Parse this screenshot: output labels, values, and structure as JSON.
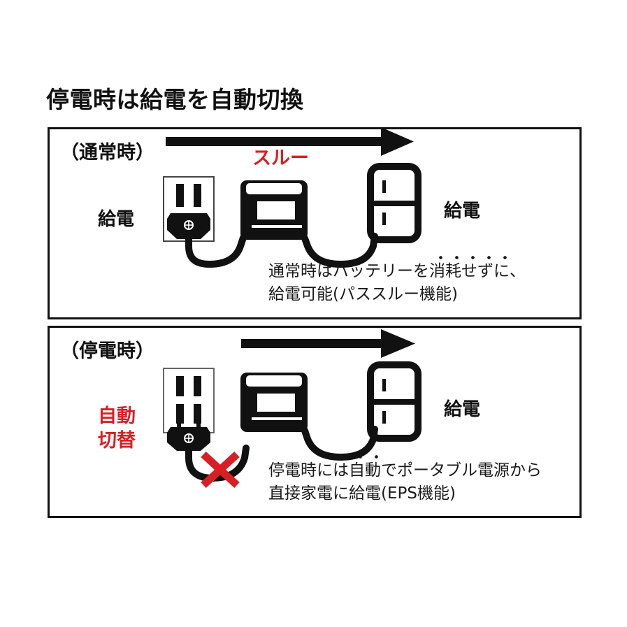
{
  "title": "停電時は給電を自動切換",
  "colors": {
    "ink": "#111111",
    "accent_red": "#d81f26",
    "background": "#ffffff"
  },
  "panels": [
    {
      "id": "normal",
      "label": "（通常時）",
      "flow_note": "スルー",
      "source_label": "給電",
      "target_label": "給電",
      "caption_line1_pre": "通常時はバッテリーを",
      "caption_line1_emph": "消耗せずに",
      "caption_line1_post": "、",
      "caption_line2": "給電可能(パススルー機能)",
      "icons": {
        "outlet": "wall-outlet-icon",
        "plug": "power-plug-icon",
        "power_station": "portable-power-station-icon",
        "appliance": "refrigerator-icon",
        "flow_arrow": "right-arrow-icon"
      }
    },
    {
      "id": "outage",
      "label": "（停電時）",
      "switch_note_line1": "自動",
      "switch_note_line2": "切替",
      "target_label": "給電",
      "disconnect_mark": "×",
      "caption_line1_pre": "停電時には",
      "caption_line1_emph": "自動",
      "caption_line1_post": "でポータブル電源から",
      "caption_line2": "直接家電に給電(EPS機能)",
      "icons": {
        "outlet": "wall-outlet-icon",
        "plug": "unplugged-power-plug-icon",
        "power_station": "portable-power-station-icon",
        "appliance": "refrigerator-icon",
        "flow_arrow": "right-arrow-icon",
        "disconnect": "red-cross-icon"
      }
    }
  ]
}
